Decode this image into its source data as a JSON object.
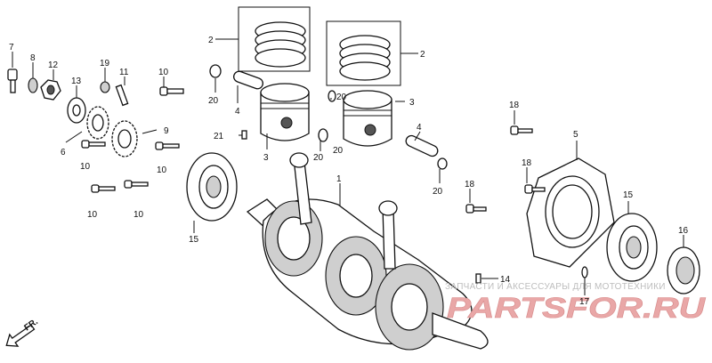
{
  "diagram": {
    "callouts": [
      {
        "id": "c-7",
        "text": "7"
      },
      {
        "id": "c-8",
        "text": "8"
      },
      {
        "id": "c-12",
        "text": "12"
      },
      {
        "id": "c-13",
        "text": "13"
      },
      {
        "id": "c-19",
        "text": "19"
      },
      {
        "id": "c-11",
        "text": "11"
      },
      {
        "id": "c-10a",
        "text": "10"
      },
      {
        "id": "c-2a",
        "text": "2"
      },
      {
        "id": "c-2b",
        "text": "2"
      },
      {
        "id": "c-20a",
        "text": "20"
      },
      {
        "id": "c-20b",
        "text": "20"
      },
      {
        "id": "c-4a",
        "text": "4"
      },
      {
        "id": "c-3a",
        "text": "3"
      },
      {
        "id": "c-3b",
        "text": "3"
      },
      {
        "id": "c-20c",
        "text": "20"
      },
      {
        "id": "c-4b",
        "text": "4"
      },
      {
        "id": "c-6",
        "text": "6"
      },
      {
        "id": "c-9",
        "text": "9"
      },
      {
        "id": "c-10b",
        "text": "10"
      },
      {
        "id": "c-10c",
        "text": "10"
      },
      {
        "id": "c-21",
        "text": "21"
      },
      {
        "id": "c-20d",
        "text": "20"
      },
      {
        "id": "c-18a",
        "text": "18"
      },
      {
        "id": "c-5",
        "text": "5"
      },
      {
        "id": "c-18b",
        "text": "18"
      },
      {
        "id": "c-18c",
        "text": "18"
      },
      {
        "id": "c-20e",
        "text": "20"
      },
      {
        "id": "c-1",
        "text": "1"
      },
      {
        "id": "c-10d",
        "text": "10"
      },
      {
        "id": "c-10e",
        "text": "10"
      },
      {
        "id": "c-15a",
        "text": "15"
      },
      {
        "id": "c-15b",
        "text": "15"
      },
      {
        "id": "c-16",
        "text": "16"
      },
      {
        "id": "c-14",
        "text": "14"
      },
      {
        "id": "c-17",
        "text": "17"
      }
    ],
    "front_label": "FR.",
    "watermark": {
      "text": "ЗАПЧАСТИ И АКСЕССУАРЫ ДЛЯ МОТОТЕХНИКИ",
      "logo": "PARTSFOR.RU"
    }
  }
}
